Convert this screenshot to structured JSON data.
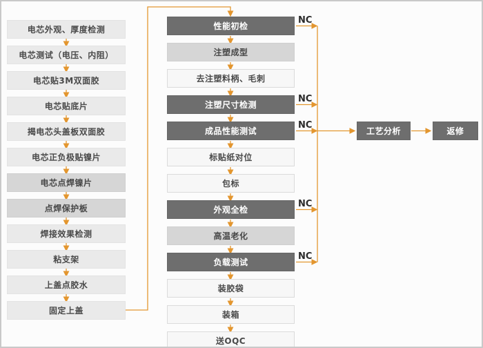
{
  "diagram": {
    "left_column": {
      "items": [
        {
          "label": "电芯外观、厚度检测"
        },
        {
          "label": "电芯测试（电压、内阻）"
        },
        {
          "label": "电芯贴3M双面胶"
        },
        {
          "label": "电芯贴底片"
        },
        {
          "label": "揭电芯头盖板双面胶"
        },
        {
          "label": "电芯正负极贴镍片"
        },
        {
          "label": "电芯点焊镍片"
        },
        {
          "label": "点焊保护板"
        },
        {
          "label": "焊接效果检测"
        },
        {
          "label": "粘支架"
        },
        {
          "label": "上盖点胶水"
        },
        {
          "label": "固定上盖"
        }
      ]
    },
    "middle_column": {
      "items": [
        {
          "label": "性能初检"
        },
        {
          "label": "注塑成型"
        },
        {
          "label": "去注塑料柄、毛刺"
        },
        {
          "label": "注塑尺寸检测"
        },
        {
          "label": "成品性能测试"
        },
        {
          "label": "标贴纸对位"
        },
        {
          "label": "包标"
        },
        {
          "label": "外观全检"
        },
        {
          "label": "高温老化"
        },
        {
          "label": "负载测试"
        },
        {
          "label": "装胶袋"
        },
        {
          "label": "装箱"
        },
        {
          "label": "送OQC"
        }
      ]
    },
    "analysis_box": {
      "label": "工艺分析"
    },
    "rework_box": {
      "label": "返修"
    },
    "nc_label": "NC",
    "colors": {
      "arrow": "#E3962F",
      "dark_box_bg": "#6E6E6E",
      "dark_box_text": "#FFFFFF",
      "light_box_bg": "#EAEAEA",
      "mid_box_bg": "#D6D6D6",
      "pale_box_bg": "#F7F7F7",
      "box_text": "#4A4A4A",
      "canvas_border": "#C9C9C9"
    }
  }
}
